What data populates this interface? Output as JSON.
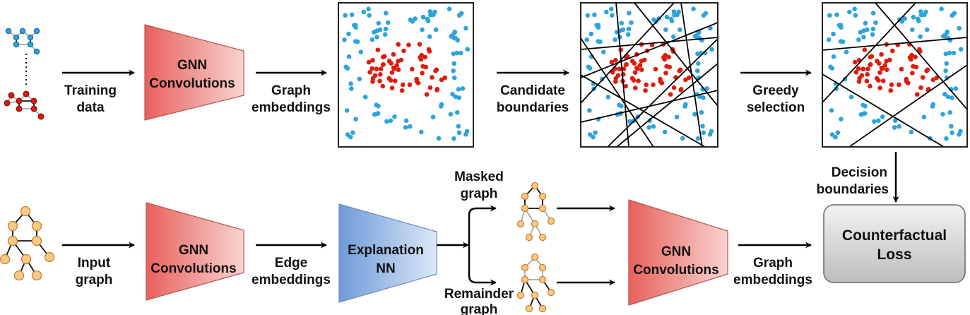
{
  "colors": {
    "blue_point": "#2ea3dc",
    "red_point": "#dd1c0d",
    "gnn_fill_start": "#e8615c",
    "gnn_fill_end": "#f8d3d1",
    "explain_fill_start": "#6f9ad8",
    "explain_fill_end": "#dbe8f8",
    "node_fill": "#fcc88a",
    "node_stroke": "#c9801f",
    "loss_fill_top": "#f3f3f3",
    "loss_fill_bottom": "#bdbdbd"
  },
  "top_row": {
    "training_label": [
      "Training",
      "data"
    ],
    "gnn_label": [
      "GNN",
      "Convolutions"
    ],
    "graph_embeddings_label": [
      "Graph",
      "embeddings"
    ],
    "candidate_label": [
      "Candidate",
      "boundaries"
    ],
    "greedy_label": [
      "Greedy",
      "selection"
    ],
    "decision_label": [
      "Decision",
      "boundaries"
    ]
  },
  "bottom_row": {
    "input_label": [
      "Input",
      "graph"
    ],
    "gnn_label": [
      "GNN",
      "Convolutions"
    ],
    "edge_label": [
      "Edge",
      "embeddings"
    ],
    "explain_label": [
      "Explanation",
      "NN"
    ],
    "masked_label": [
      "Masked",
      "graph"
    ],
    "remainder_label": [
      "Remainder",
      "graph"
    ],
    "gnn2_label": [
      "GNN",
      "Convolutions"
    ],
    "graph_embeddings_label": [
      "Graph",
      "embeddings"
    ],
    "loss_label": [
      "Counterfactual",
      "Loss"
    ]
  }
}
